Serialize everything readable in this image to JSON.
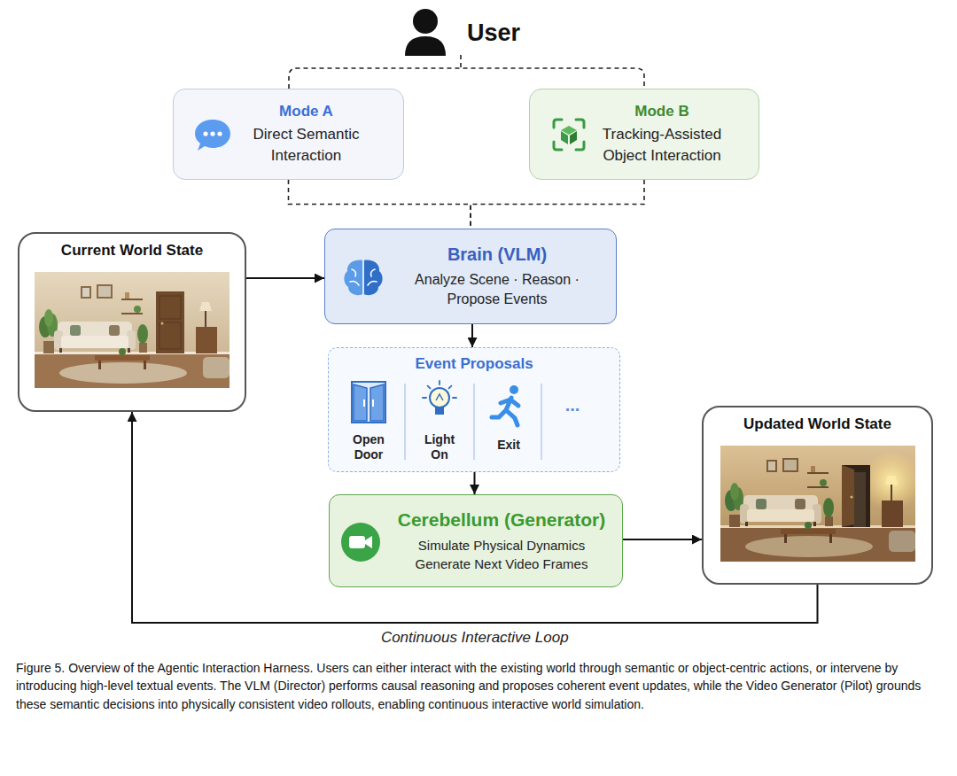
{
  "diagram": {
    "caption": "Figure 5. Overview of the Agentic Interaction Harness. Users can either interact with the existing world through semantic or object-centric actions, or intervene by introducing high-level textual events. The VLM (Director) performs causal reasoning and proposes coherent event updates, while the Video Generator (Pilot) grounds these semantic decisions into physically consistent video rollouts, enabling continuous interactive world simulation.",
    "nodes": [
      {
        "text": [
          "Mode A",
          "Direct Semantic Interaction"
        ]
      },
      {
        "text": [
          "Mode B",
          "Tracking-Assisted Object Interaction"
        ]
      },
      {
        "text": [
          "Current World State"
        ]
      },
      {
        "text": [
          "Brain (VLM)",
          "Analyze Scene · Reason · Propose Events"
        ]
      },
      {
        "text": [
          "Event Proposals"
        ]
      },
      {
        "text": [
          "Cerebellum (Generator)",
          "Simulate Physical Dynamics Generate Next Video Frames"
        ]
      },
      {
        "text": [
          "Updated World State"
        ]
      }
    ],
    "edges": [
      {
        "from": 0,
        "to": 3,
        "arrow": "none"
      },
      {
        "from": 1,
        "to": 3,
        "arrow": "none"
      },
      {
        "from": 2,
        "to": 3,
        "arrow": "to"
      },
      {
        "from": 3,
        "to": 4,
        "arrow": "to"
      },
      {
        "from": 4,
        "to": 5,
        "arrow": "to"
      },
      {
        "from": 5,
        "to": 6,
        "arrow": "to"
      },
      {
        "from": 6,
        "to": 2,
        "arrow": "to",
        "label": "Continuous Interactive Loop"
      }
    ],
    "labels": [
      "User",
      "Open Door",
      "Light On",
      "Exit",
      "..."
    ]
  }
}
